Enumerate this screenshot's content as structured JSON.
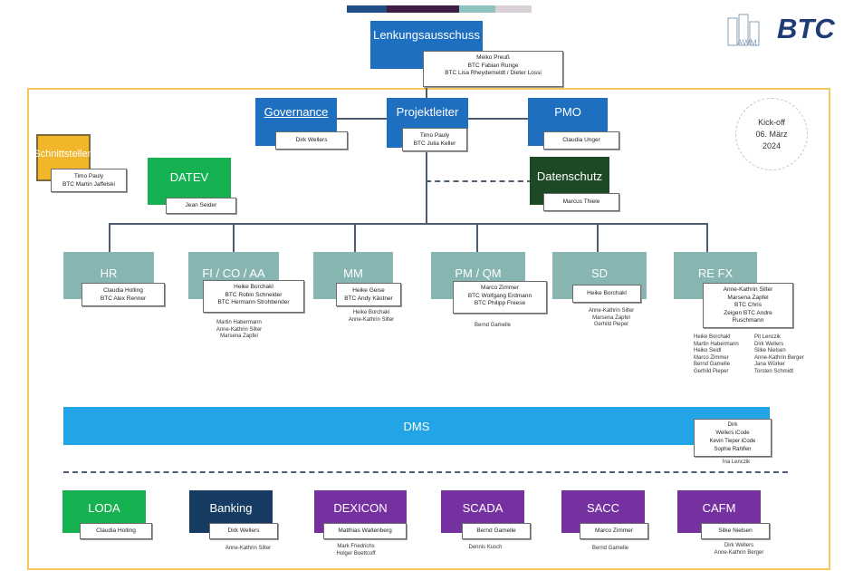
{
  "header": {
    "brand": "BTC",
    "logo_text": "AWM"
  },
  "kickoff": {
    "line1": "Kick-off",
    "line2": "06. März",
    "line3": "2024"
  },
  "lenkung": {
    "title": "Lenkungsausschuss",
    "members": [
      "Meiko Preuß",
      "BTC Fabian Runge",
      "BTC Lisa Rheydemeldt / Dieter Lossi"
    ]
  },
  "governance": {
    "title": "Governance",
    "members": [
      "Dirk Wellers"
    ]
  },
  "projektleiter": {
    "title": "Projektleiter",
    "members": [
      "Timo Pauly",
      "BTC Julia Keller"
    ]
  },
  "pmo": {
    "title": "PMO",
    "members": [
      "Claudia Unger"
    ]
  },
  "schnittstellen": {
    "title": "Schnittstellen",
    "members": [
      "Timo Pauly",
      "BTC Martin Jaffelski"
    ]
  },
  "datev": {
    "title": "DATEV",
    "members": [
      "Jean Seider"
    ]
  },
  "datenschutz": {
    "title": "Datenschutz",
    "members": [
      "Marcus Thiele"
    ]
  },
  "modules": [
    {
      "title": "HR",
      "members": [
        "Claudia Holling",
        "BTC Alex Renner"
      ],
      "extra": []
    },
    {
      "title": "FI / CO / AA",
      "members": [
        "Heike Borchakl",
        "BTC Robin Schneider",
        "BTC Hermann Strohbender"
      ],
      "extra": [
        "Martin Habermann",
        "Anne-Kathrin Silter",
        "Marsena Zapfel"
      ]
    },
    {
      "title": "MM",
      "members": [
        "Heike Geise",
        "BTC Andy Kästner"
      ],
      "extra": [
        "Heike Borchakl",
        "Anne-Kathrin Silter"
      ]
    },
    {
      "title": "PM / QM",
      "members": [
        "Marco Zimmer",
        "BTC Wolfgang Erdmann",
        "BTC Philipp Freese"
      ],
      "extra": [
        "Bernd Gamelle"
      ]
    },
    {
      "title": "SD",
      "members": [
        "Heike Borchakl"
      ],
      "extra": [
        "Anne-Kathrin Silter",
        "Marsena Zapfel",
        "Gerhild Pieper"
      ]
    },
    {
      "title": "RE FX",
      "members": [
        "Anne-Kathrin Silter",
        "Marsena Zapfel",
        "BTC Chris",
        "Zeigen    BTC Andre",
        "Ruschmann"
      ],
      "extra_left": [
        "Heike Borchakl",
        "Martin Habermann",
        "Heiko Seidl",
        "Marco Zimmer",
        "Bernd Gamelle",
        "Gerhild Pieper"
      ],
      "extra_right": [
        "Pit Lenczik",
        "Dirk Wellers",
        "Silke Nielsen",
        "Anne-Kathrin Berger",
        "Jana Würker",
        "Torsten Schmidt"
      ]
    }
  ],
  "dms": {
    "title": "DMS",
    "members": [
      "Dirk",
      "Wellers    iCode",
      "Kevin Tieper iCode",
      "Sophie Rahlfen"
    ],
    "extra": [
      "Ina Lenczik"
    ]
  },
  "bottom": [
    {
      "title": "LODA",
      "members": [
        "Claudia Holling"
      ],
      "extra": []
    },
    {
      "title": "Banking",
      "members": [
        "Dirk Wellers"
      ],
      "extra": [
        "Anne-Kathrin Silter"
      ]
    },
    {
      "title": "DEXICON",
      "members": [
        "Matthias Waltenberg"
      ],
      "extra": [
        "Mark Friedrichs",
        "Holger Boettcoff"
      ]
    },
    {
      "title": "SCADA",
      "members": [
        "Bernd Gamelle"
      ],
      "extra": [
        "Dennis Kusch"
      ]
    },
    {
      "title": "SACC",
      "members": [
        "Marco Zimmer"
      ],
      "extra": [
        "Bernd Gamelle"
      ]
    },
    {
      "title": "CAFM",
      "members": [
        "Silke Nielsen"
      ],
      "extra": [
        "Dirk Wellers",
        "Anne-Kathrin Berger"
      ]
    }
  ],
  "colors": {
    "blue": "#1f6fc1",
    "teal": "#87b5b1",
    "green": "#16b150",
    "dark_green": "#1d4a25",
    "navy": "#163c63",
    "purple": "#7631a0",
    "dms": "#22a5e6",
    "yellow": "#f2b62b"
  }
}
